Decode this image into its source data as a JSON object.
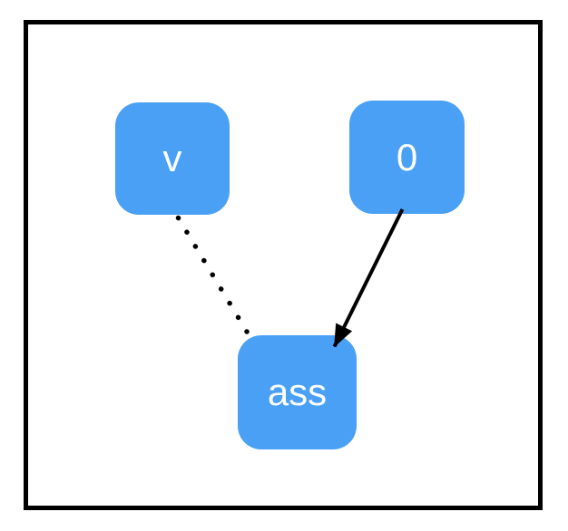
{
  "diagram": {
    "type": "graph",
    "nodes": [
      {
        "id": "v",
        "label": "v"
      },
      {
        "id": "0",
        "label": "0"
      },
      {
        "id": "ass",
        "label": "ass"
      }
    ],
    "edges": [
      {
        "from": "v",
        "to": "ass",
        "style": "dotted",
        "arrowhead": "none"
      },
      {
        "from": "0",
        "to": "ass",
        "style": "solid",
        "arrowhead": "arrow"
      }
    ],
    "colors": {
      "node_fill": "#49A0F5",
      "node_label": "#FFFFFF",
      "edge": "#000000",
      "frame_border": "#000000",
      "background": "#FFFFFF"
    }
  }
}
